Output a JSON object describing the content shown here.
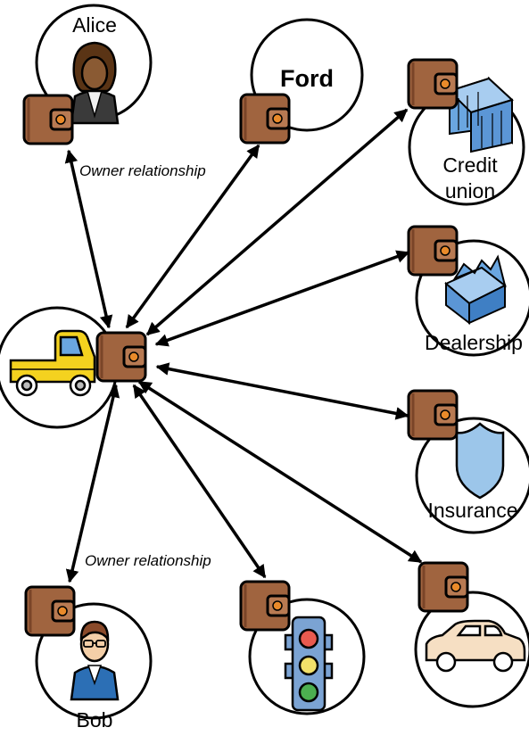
{
  "nodes": {
    "alice": {
      "label": "Alice"
    },
    "ford": {
      "label": "Ford"
    },
    "credit_union": {
      "label_line1": "Credit",
      "label_line2": "union"
    },
    "dealership": {
      "label": "Dealership"
    },
    "insurance": {
      "label": "Insurance"
    },
    "bob": {
      "label": "Bob"
    }
  },
  "relationships": {
    "alice_owner": "Owner relationship",
    "bob_owner": "Owner relationship"
  },
  "icons": {
    "wallet": "wallet-icon",
    "truck": "pickup-truck-icon",
    "alice": "woman-avatar-icon",
    "bob": "man-avatar-icon",
    "credit_union": "bank-building-icon",
    "dealership": "factory-building-icon",
    "insurance": "shield-icon",
    "dmv": "traffic-light-icon",
    "car": "car-icon"
  },
  "colors": {
    "wallet": "#a0643f",
    "wallet_clasp": "#e98a2a",
    "truck": "#f4d21f",
    "building": "#6aa6e0",
    "shield": "#9cc6ea",
    "car": "#f6dfc3",
    "traffic_light": "#7ba3d3"
  }
}
